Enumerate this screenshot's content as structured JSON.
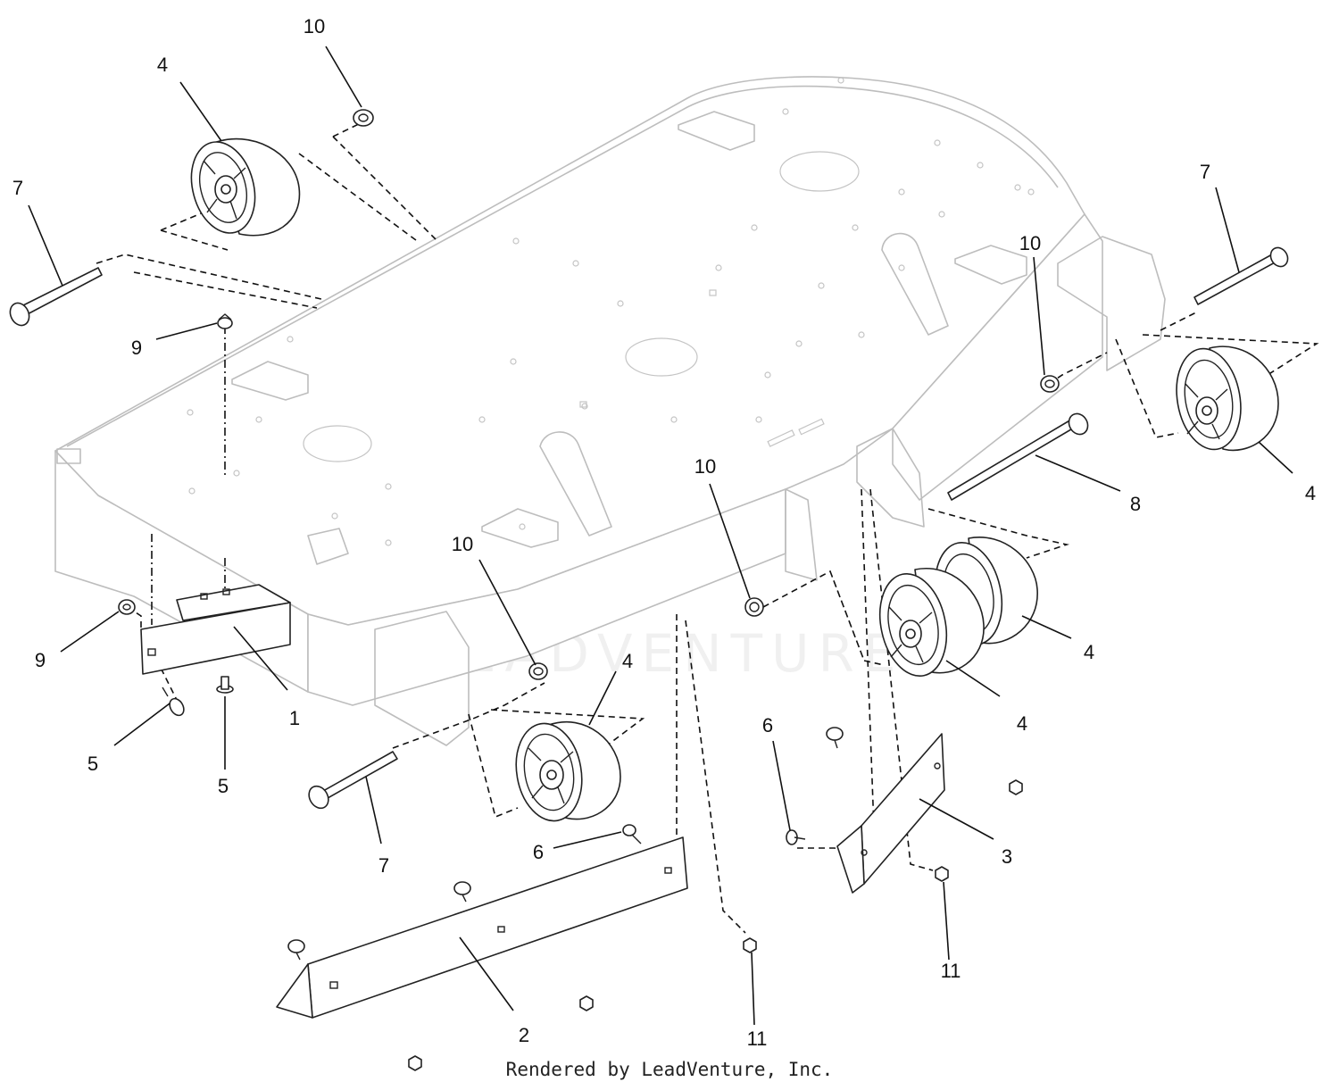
{
  "watermark": "LEADVENTURE",
  "footer": "Rendered by LeadVenture, Inc.",
  "callouts": [
    "1",
    "2",
    "3",
    "4",
    "5",
    "6",
    "7",
    "8",
    "9",
    "10",
    "11"
  ]
}
